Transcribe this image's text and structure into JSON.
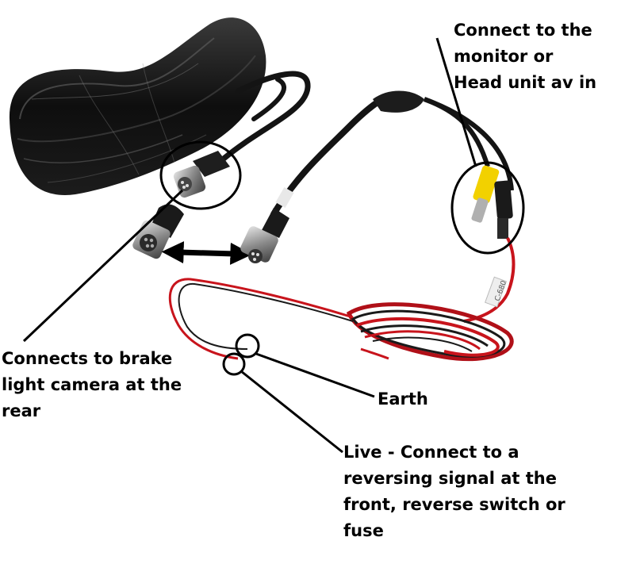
{
  "annotations": {
    "monitor": {
      "lines": [
        "Connect to the",
        "monitor or",
        "Head unit av in"
      ]
    },
    "brake": {
      "lines": [
        "Connects to brake",
        "light camera at the",
        "rear"
      ]
    },
    "earth": {
      "lines": [
        "Earth"
      ]
    },
    "live": {
      "lines": [
        "Live - Connect to a",
        "reversing signal at the",
        "front, reverse switch or",
        "fuse"
      ]
    }
  },
  "cable_tag": {
    "text": "C-680"
  },
  "colors": {
    "cable_black": "#1a1a1a",
    "wire_red": "#c8141c",
    "rca_yellow": "#f2d100",
    "connector_silver": "#9a9a9a",
    "annotation_ink": "#000000"
  },
  "icons": {
    "double_arrow": "double-headed-arrow-icon"
  }
}
